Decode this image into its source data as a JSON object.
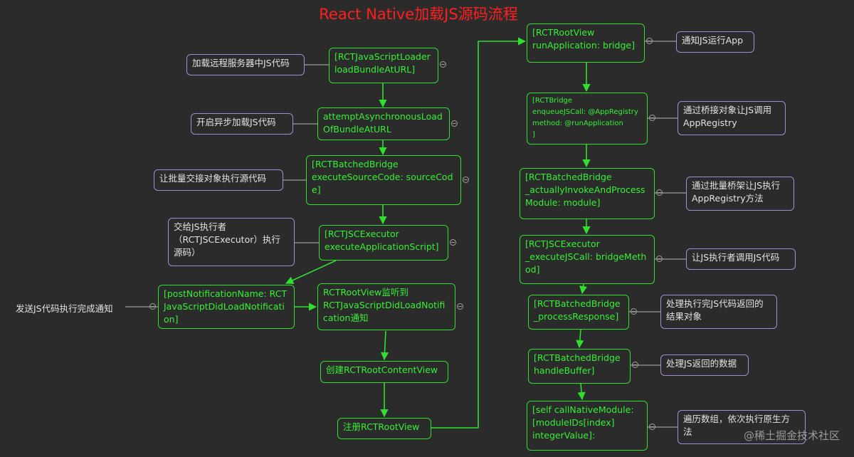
{
  "title": "React Native加载JS源码流程",
  "watermark": "@稀土掘金技术社区",
  "left_flow": {
    "n1": "[RCTJavaScriptLoader\nloadBundleAtURL]",
    "n2": "attemptAsynchronousLoad\nOfBundleAtURL",
    "n3": "[RCTBatchedBridge\nexecuteSourceCode: sourceCod\ne]",
    "n4": "[RCTJSCExecutor\nexecuteApplicationScript]",
    "n5": "[postNotificationName: RCT\nJavaScriptDidLoadNotificati\non]",
    "n6": "RCTRootView监听到\nRCTJavaScriptDidLoadNotifi\ncation通知",
    "n7": "创建RCTRootContentView",
    "n8": "注册RCTRootView"
  },
  "left_notes": {
    "n1": "加载远程服务器中JS代码",
    "n2": "开启异步加载JS代码",
    "n3": "让批量交接对象执行源代码",
    "n4": "交给JS执行者\n（RCTJSCExecutor）执行\n源码）",
    "n5": "发送JS代码执行完成通知"
  },
  "right_flow": {
    "r1": "[RCTRootView\nrunApplication: bridge]",
    "r2": "[RCTBridge\nenqueueJSCall: @AppRegistry\nmethod: @runApplication\n]",
    "r3": "[RCTBatchedBridge\n_actuallyInvokeAndProcess\nModule: module]",
    "r4": "[RCTJSCExecutor\n_executeJSCall: bridgeMeth\nod]",
    "r5": "[RCTBatchedBridge\n_processResponse]",
    "r6": "[RCTBatchedBridge\nhandleBuffer]",
    "r7": "[self callNativeModule:\n[moduleIDs[index]\nintegerValue]:"
  },
  "right_notes": {
    "r1": "通知JS运行App",
    "r2": "通过桥接对象让JS调用\nAppRegistry",
    "r3": "通过批量桥架让JS执行\nAppRegistry方法",
    "r4": "让JS执行者调用JS代码",
    "r5": "处理执行完JS代码返回的\n结果对象",
    "r6": "处理JS返回的数据",
    "r7": "遍历数组，依次执行原生方\n法"
  },
  "colors": {
    "flow": "#2fe02f",
    "note_border": "#a58ad8",
    "title": "#ff1f1f",
    "background": "#2b2b2b"
  }
}
